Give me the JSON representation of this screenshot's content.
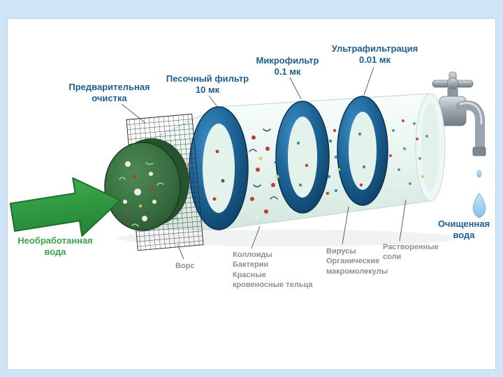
{
  "slide": {
    "frame_color": "#cfe4f6",
    "surface_color": "#ffffff"
  },
  "labels": {
    "pre_cleaning": "Предварительная\nочистка",
    "sand_filter": "Песочный фильтр\n10 мк",
    "microfilter": "Микрофильтр\n0.1 мк",
    "ultrafiltration": "Ультрафильтрация\n0.01 мк",
    "raw_water": "Необработанная\nвода",
    "clean_water": "Очищенная\nвода",
    "lint": "Ворс",
    "colloids": "Коллоиды\nБактерии\nКрасные\nкровеносные тельца",
    "viruses": "Вирусы\nОрганические\nмакромолекулы",
    "salts": "Растворенные\nсоли"
  },
  "colors": {
    "stage_label": "#1f5e92",
    "raw_water_label": "#3ea34b",
    "clean_water_label": "#1f5e92",
    "particle_label": "#8b9097",
    "arrow_green": "#2e9d3c",
    "ring_blue": "#155a8c",
    "pre_filter_green": "#35693d",
    "cylinder": "#e9f5f0",
    "faucet_metal": "#98a2aa",
    "water_drop": "#a5d5ee"
  }
}
